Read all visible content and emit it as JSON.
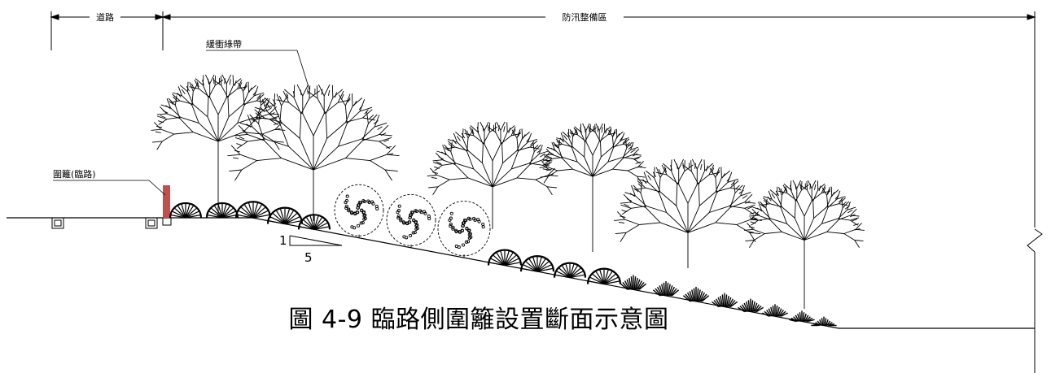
{
  "labels": {
    "road": "道路",
    "flood_zone": "防汛整備區",
    "buffer_greenbelt": "緩衝綠帶",
    "fence": "圍籬(臨路)",
    "slope_rise": "1",
    "slope_run": "5"
  },
  "caption": "圖 4-9 臨路側圍籬設置斷面示意圖",
  "colors": {
    "line": "#000000",
    "fence": "#c0504d"
  },
  "icons": {
    "canopy_tree": "branching-tree-icon",
    "shrub": "shrub-icon",
    "round_bush": "round-bush-icon",
    "grass": "grass-tuft-icon",
    "break_mark": "break-line-icon"
  }
}
